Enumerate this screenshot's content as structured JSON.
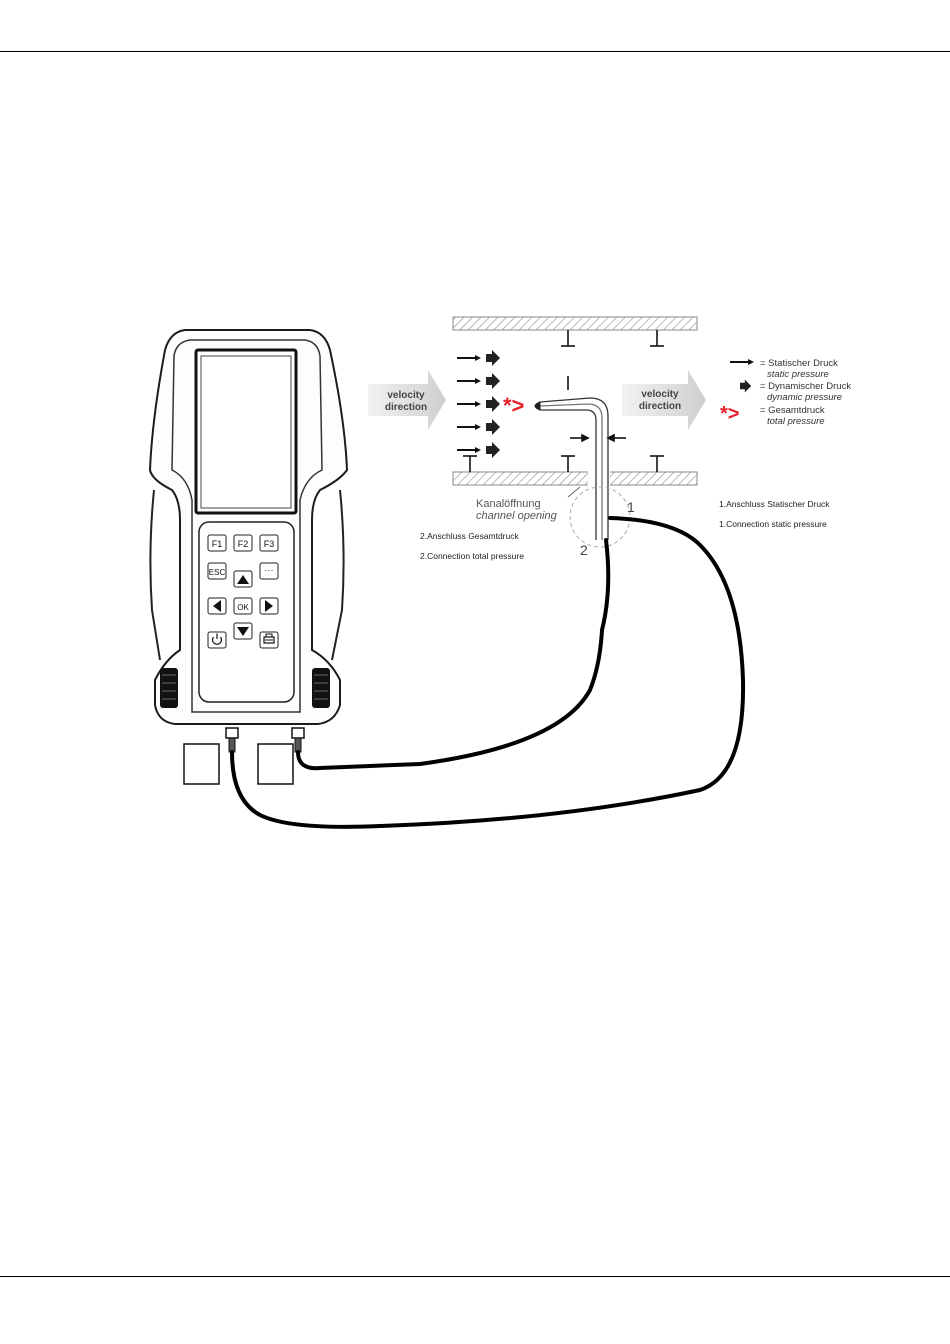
{
  "device": {
    "keys": {
      "f1": "F1",
      "f2": "F2",
      "f3": "F3",
      "esc": "ESC",
      "more": "···",
      "ok": "OK"
    }
  },
  "flow": {
    "left_label_line1": "velocity",
    "left_label_line2": "direction",
    "right_label_line1": "velocity",
    "right_label_line2": "direction"
  },
  "channel": {
    "label_de": "Kanalöffnung",
    "label_en": "channel opening"
  },
  "ports": {
    "port1_number": "1",
    "port2_number": "2",
    "port1_de": "1.Anschluss Statischer Druck",
    "port1_en": "1.Connection static pressure",
    "port2_de": "2.Anschluss Gesamtdruck",
    "port2_en": "2.Connection total pressure"
  },
  "legend": {
    "static_de": "= Statischer Druck",
    "static_en": "static pressure",
    "dynamic_de": "= Dynamischer Druck",
    "dynamic_en": "dynamic pressure",
    "total_de": "= Gesamtdruck",
    "total_en": "total pressure",
    "total_symbol": "*>"
  },
  "colors": {
    "total_pressure_red": "#e8202a",
    "arrow_gray": "#d0d0d0"
  }
}
